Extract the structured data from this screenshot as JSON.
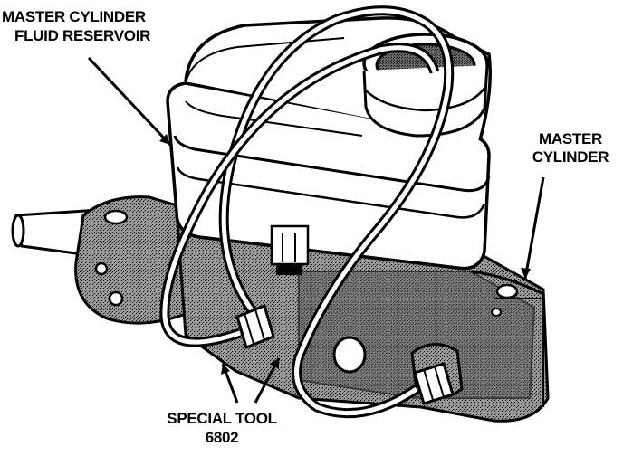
{
  "labels": {
    "reservoir_line1": "MASTER CYLINDER",
    "reservoir_line2": "FLUID RESERVOIR",
    "cylinder_line1": "MASTER",
    "cylinder_line2": "CYLINDER",
    "tool_line1": "SPECIAL TOOL",
    "tool_line2": "6802"
  },
  "colors": {
    "ink": "#000000",
    "paper": "#ffffff",
    "casting": "#8a8a8a"
  }
}
